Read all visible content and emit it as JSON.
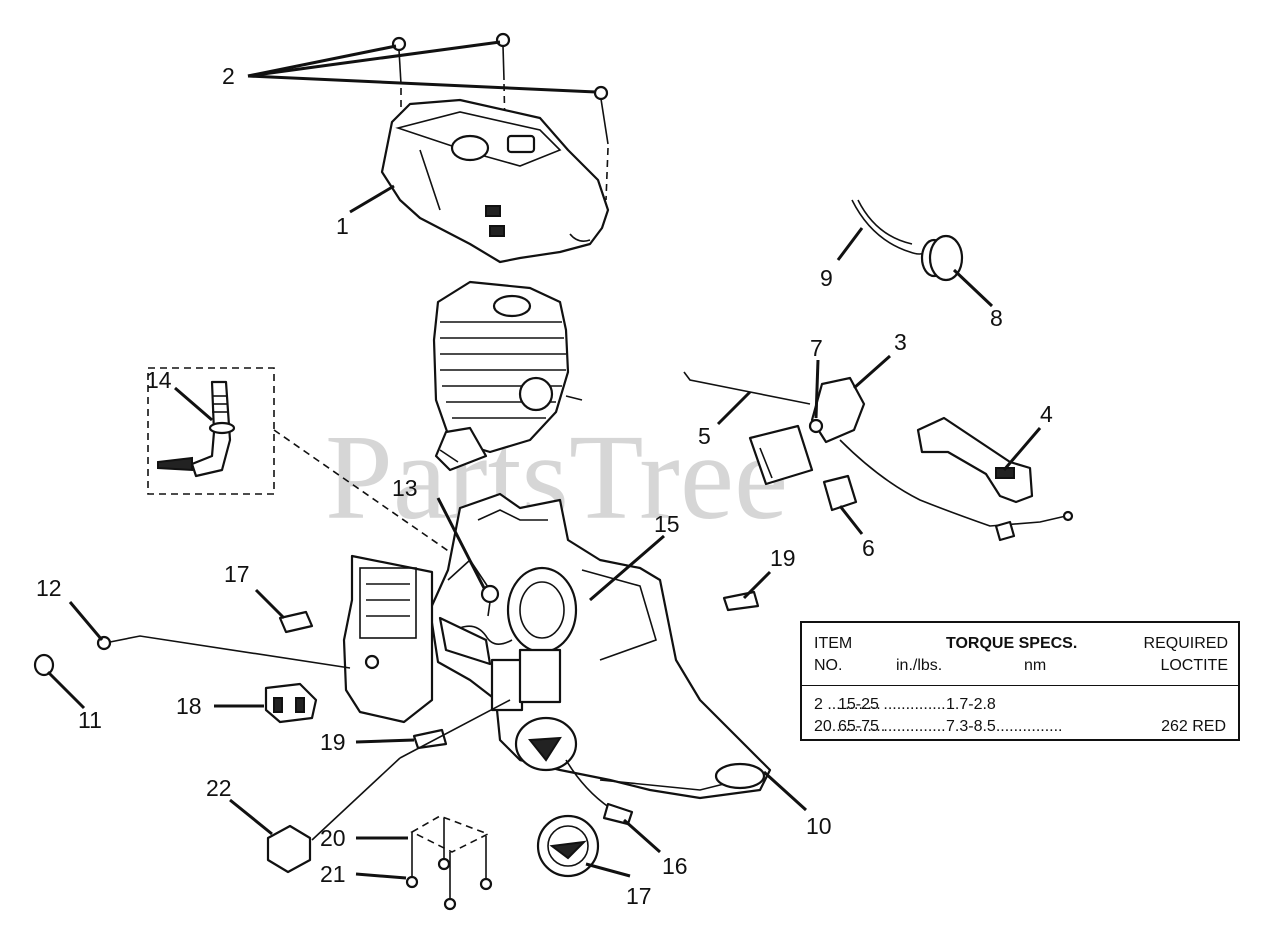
{
  "watermark": "PartsTree",
  "callouts": {
    "c1": "1",
    "c2": "2",
    "c3": "3",
    "c4": "4",
    "c5": "5",
    "c6": "6",
    "c7": "7",
    "c8": "8",
    "c9": "9",
    "c10": "10",
    "c11": "11",
    "c12": "12",
    "c13": "13",
    "c14": "14",
    "c15": "15",
    "c16": "16",
    "c17a": "17",
    "c17b": "17",
    "c18": "18",
    "c19a": "19",
    "c19b": "19",
    "c20": "20",
    "c21": "21",
    "c22": "22"
  },
  "torque_table": {
    "header": {
      "item": "ITEM",
      "no": "NO.",
      "torque_specs": "TORQUE SPECS.",
      "in_lbs": "in./lbs.",
      "nm": "nm",
      "required": "REQUIRED",
      "loctite": "LOCTITE"
    },
    "rows": [
      {
        "item": "2 ............",
        "in_lbs": "15-25 ..............",
        "nm": "1.7-2.8",
        "loctite": ""
      },
      {
        "item": "20............",
        "in_lbs": "65-75 ..............",
        "nm": "7.3-8.5...............",
        "loctite": "262 RED"
      }
    ]
  }
}
